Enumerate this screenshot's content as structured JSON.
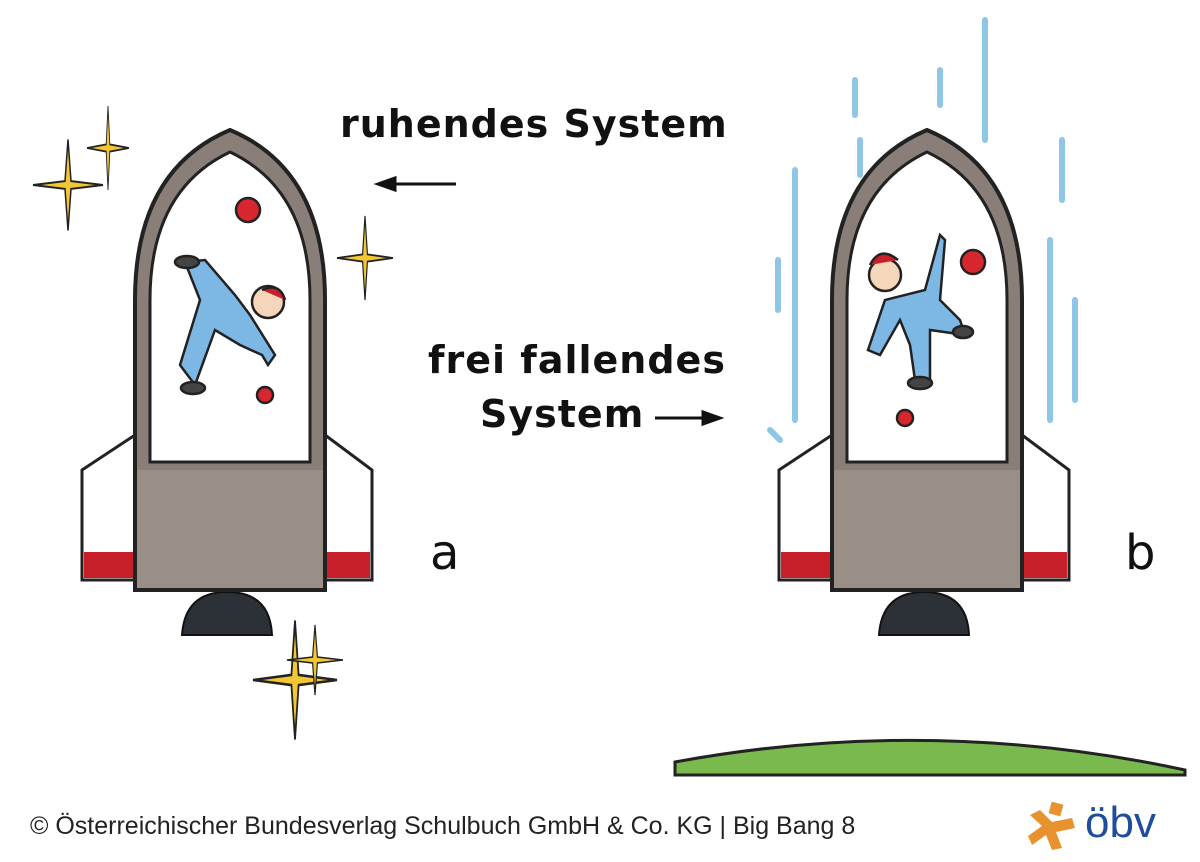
{
  "labels": {
    "rest_system": "ruhendes System",
    "free_fall_line1": "frei fallendes",
    "free_fall_line2": "System",
    "panel_a": "a",
    "panel_b": "b"
  },
  "footer": {
    "copyright": "© Österreichischer Bundesverlag Schulbuch GmbH & Co. KG |  Big Bang 8",
    "logo": "öbv"
  },
  "colors": {
    "astronaut": "#7db7e3",
    "ball": "#d7262e",
    "star": "#f2c733",
    "ground": "#79b94d",
    "speed_lines": "#8ec6e8",
    "logo_orange": "#e8922e",
    "logo_blue": "#1f4c9c"
  }
}
